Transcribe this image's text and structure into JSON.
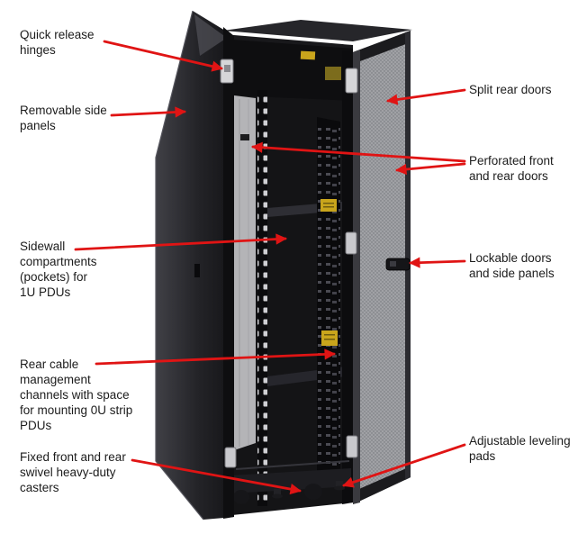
{
  "figure": {
    "kind": "labeled-technical-diagram",
    "subject": "Server rack cabinet with open front and rear doors and red callout arrows",
    "background_color": "#ffffff",
    "arrow_color": "#e01414",
    "text_color": "#1c1c1c",
    "rack_colors": {
      "door_dark": "#1a1a1e",
      "perforated_door_gray": "#a0a1a5",
      "interior_black": "#141416",
      "hinge_silver": "#d6d6d9",
      "warning_label_yellow": "#c9a51c"
    }
  },
  "callouts": {
    "quick_release_hinges": "Quick release\nhinges",
    "removable_side_panels": "Removable side\npanels",
    "split_rear_doors": "Split rear doors",
    "perforated_doors": "Perforated front\nand rear doors",
    "sidewall_compartments": "Sidewall\ncompartments\n(pockets) for\n1U PDUs",
    "lockable_doors": "Lockable doors\nand side panels",
    "rear_cable_channels": "Rear cable\nmanagement\nchannels with space\nfor mounting 0U strip\nPDUs",
    "casters": "Fixed front and rear\nswivel heavy-duty\ncasters",
    "leveling_pads": "Adjustable leveling\npads"
  }
}
